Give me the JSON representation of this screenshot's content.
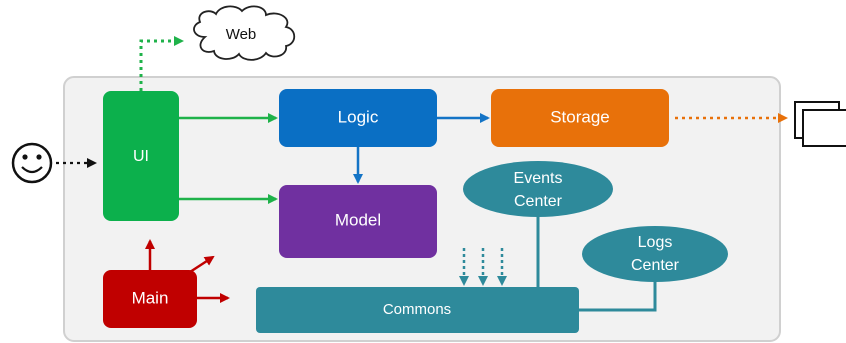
{
  "diagram": {
    "components": {
      "web": "Web",
      "ui": "UI",
      "logic": "Logic",
      "storage": "Storage",
      "model": "Model",
      "main": "Main",
      "commons": "Commons",
      "events_center": [
        "Events",
        "Center"
      ],
      "logs_center": [
        "Logs",
        "Center"
      ]
    },
    "colors": {
      "ui": "#0cb04c",
      "logic": "#0a6fc4",
      "storage": "#e8710a",
      "model": "#7030a0",
      "main": "#c00000",
      "teal": "#2e8a9b",
      "green_arrow": "#1fb24a",
      "blue_arrow": "#1474c6",
      "orange_arrow": "#e8710a",
      "red_arrow": "#c00000",
      "container_fill": "#f2f2f2",
      "container_stroke": "#d0d0d0"
    }
  }
}
